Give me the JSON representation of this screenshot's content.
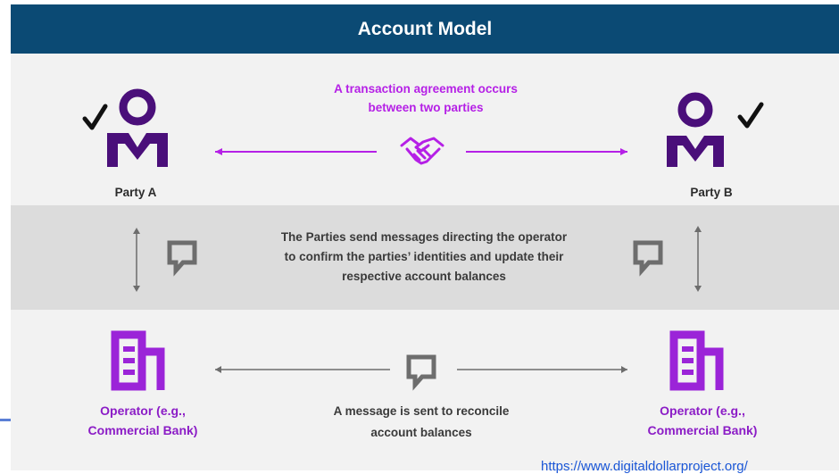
{
  "header": {
    "title": "Account Model"
  },
  "agreement": {
    "line1": "A transaction agreement occurs",
    "line2": "between two parties"
  },
  "parties": {
    "a_label": "Party A",
    "b_label": "Party B"
  },
  "messages": {
    "line1": "The Parties send messages directing the operator",
    "line2": "to confirm the parties’ identities and update their",
    "line3": "respective account balances"
  },
  "operators": {
    "left_line1": "Operator (e.g.,",
    "left_line2": "Commercial Bank)",
    "right_line1": "Operator (e.g.,",
    "right_line2": "Commercial Bank)"
  },
  "reconcile": {
    "line1": "A message is sent to reconcile",
    "line2": "account balances"
  },
  "source_link": "https://www.digitaldollarproject.org/",
  "colors": {
    "header_bg": "#0b4a74",
    "purple_dark": "#4a0f7a",
    "purple_bright": "#b520e6",
    "gray_band": "#dcdcdc",
    "icon_gray": "#6d6d6d",
    "link": "#1a56d6"
  },
  "icons": [
    "person-icon",
    "checkmark-icon",
    "handshake-icon",
    "speech-bubble-icon",
    "building-icon",
    "double-arrow-icon"
  ]
}
